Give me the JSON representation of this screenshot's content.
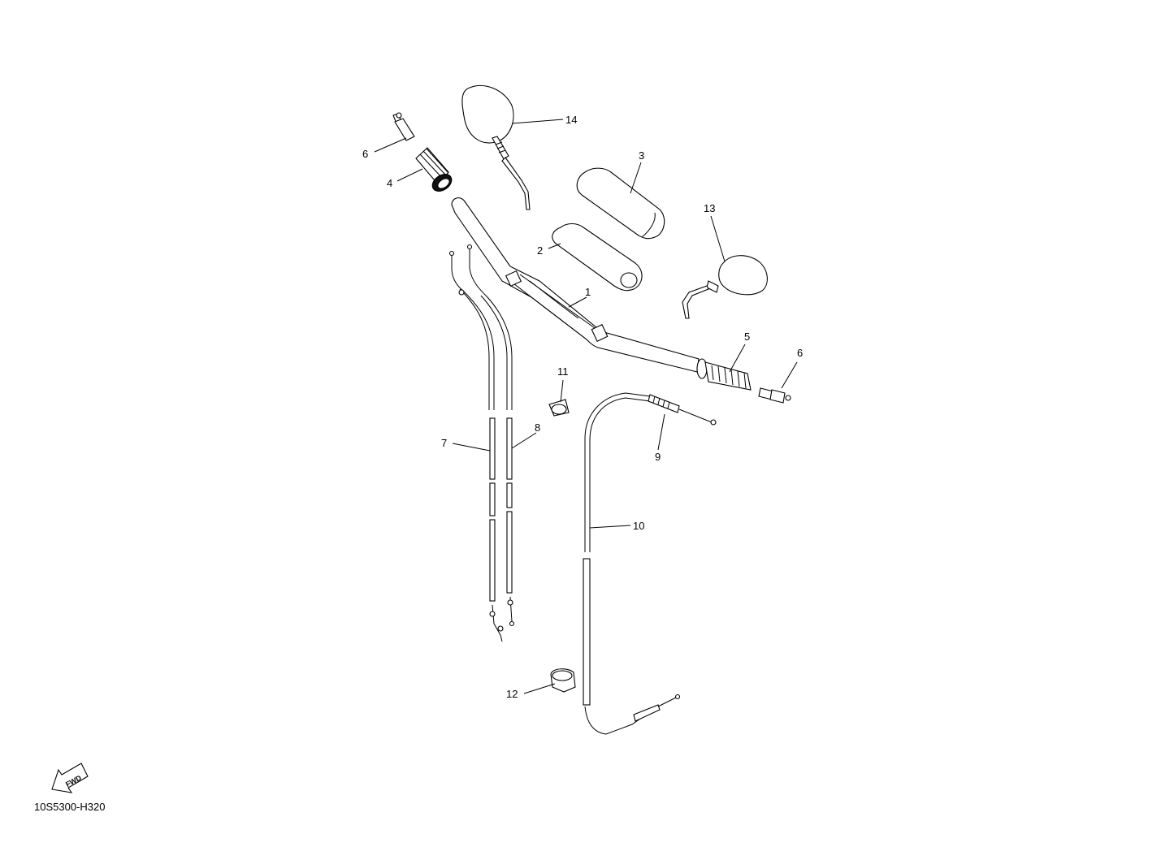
{
  "callouts": [
    {
      "id": "14",
      "text": "14"
    },
    {
      "id": "6a",
      "text": "6"
    },
    {
      "id": "4",
      "text": "4"
    },
    {
      "id": "3",
      "text": "3"
    },
    {
      "id": "13",
      "text": "13"
    },
    {
      "id": "2",
      "text": "2"
    },
    {
      "id": "1",
      "text": "1"
    },
    {
      "id": "5",
      "text": "5"
    },
    {
      "id": "6b",
      "text": "6"
    },
    {
      "id": "11",
      "text": "11"
    },
    {
      "id": "8",
      "text": "8"
    },
    {
      "id": "7",
      "text": "7"
    },
    {
      "id": "9",
      "text": "9"
    },
    {
      "id": "10",
      "text": "10"
    },
    {
      "id": "12",
      "text": "12"
    }
  ],
  "fwd_label": "FWD",
  "drawing_code": "10S5300-H320"
}
